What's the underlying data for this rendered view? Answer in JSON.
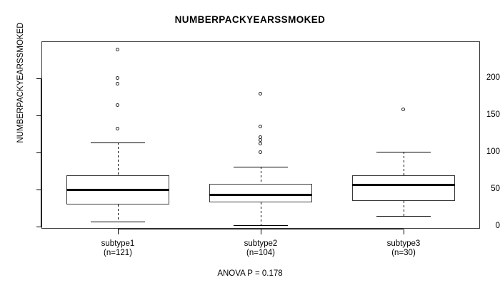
{
  "chart_data": {
    "type": "box",
    "title": "NUMBERPACKYEARSSMOKED",
    "xlabel": "",
    "ylabel": "NUMBERPACKYEARSSMOKED",
    "ylim": [
      0,
      238
    ],
    "yticks": [
      0,
      50,
      100,
      150,
      200
    ],
    "ytick_labels": [
      "0",
      "50",
      "100",
      "150",
      "200"
    ],
    "grid": false,
    "legend": "none",
    "annotation": "ANOVA P = 0.178",
    "categories": [
      "subtype1",
      "subtype2",
      "subtype3"
    ],
    "counts": [
      "(n=121)",
      "(n=104)",
      "(n=30)"
    ],
    "boxes": [
      {
        "name": "subtype1",
        "label": "subtype1",
        "count_label": "(n=121)",
        "lower_whisker": 7,
        "q1": 30,
        "median": 50,
        "q3": 69,
        "upper_whisker": 113,
        "outliers": [
          132,
          163,
          192,
          200,
          238
        ]
      },
      {
        "name": "subtype2",
        "label": "subtype2",
        "count_label": "(n=104)",
        "lower_whisker": 2,
        "q1": 33,
        "median": 43,
        "q3": 58,
        "upper_whisker": 81,
        "outliers": [
          100,
          112,
          116,
          120,
          135,
          179
        ]
      },
      {
        "name": "subtype3",
        "label": "subtype3",
        "count_label": "(n=30)",
        "lower_whisker": 14,
        "q1": 35,
        "median": 57,
        "q3": 69,
        "upper_whisker": 101,
        "outliers": [
          158
        ]
      }
    ]
  },
  "colors": {
    "background": "#ffffff",
    "foreground": "#000000",
    "frame": "#3a3a3a"
  }
}
